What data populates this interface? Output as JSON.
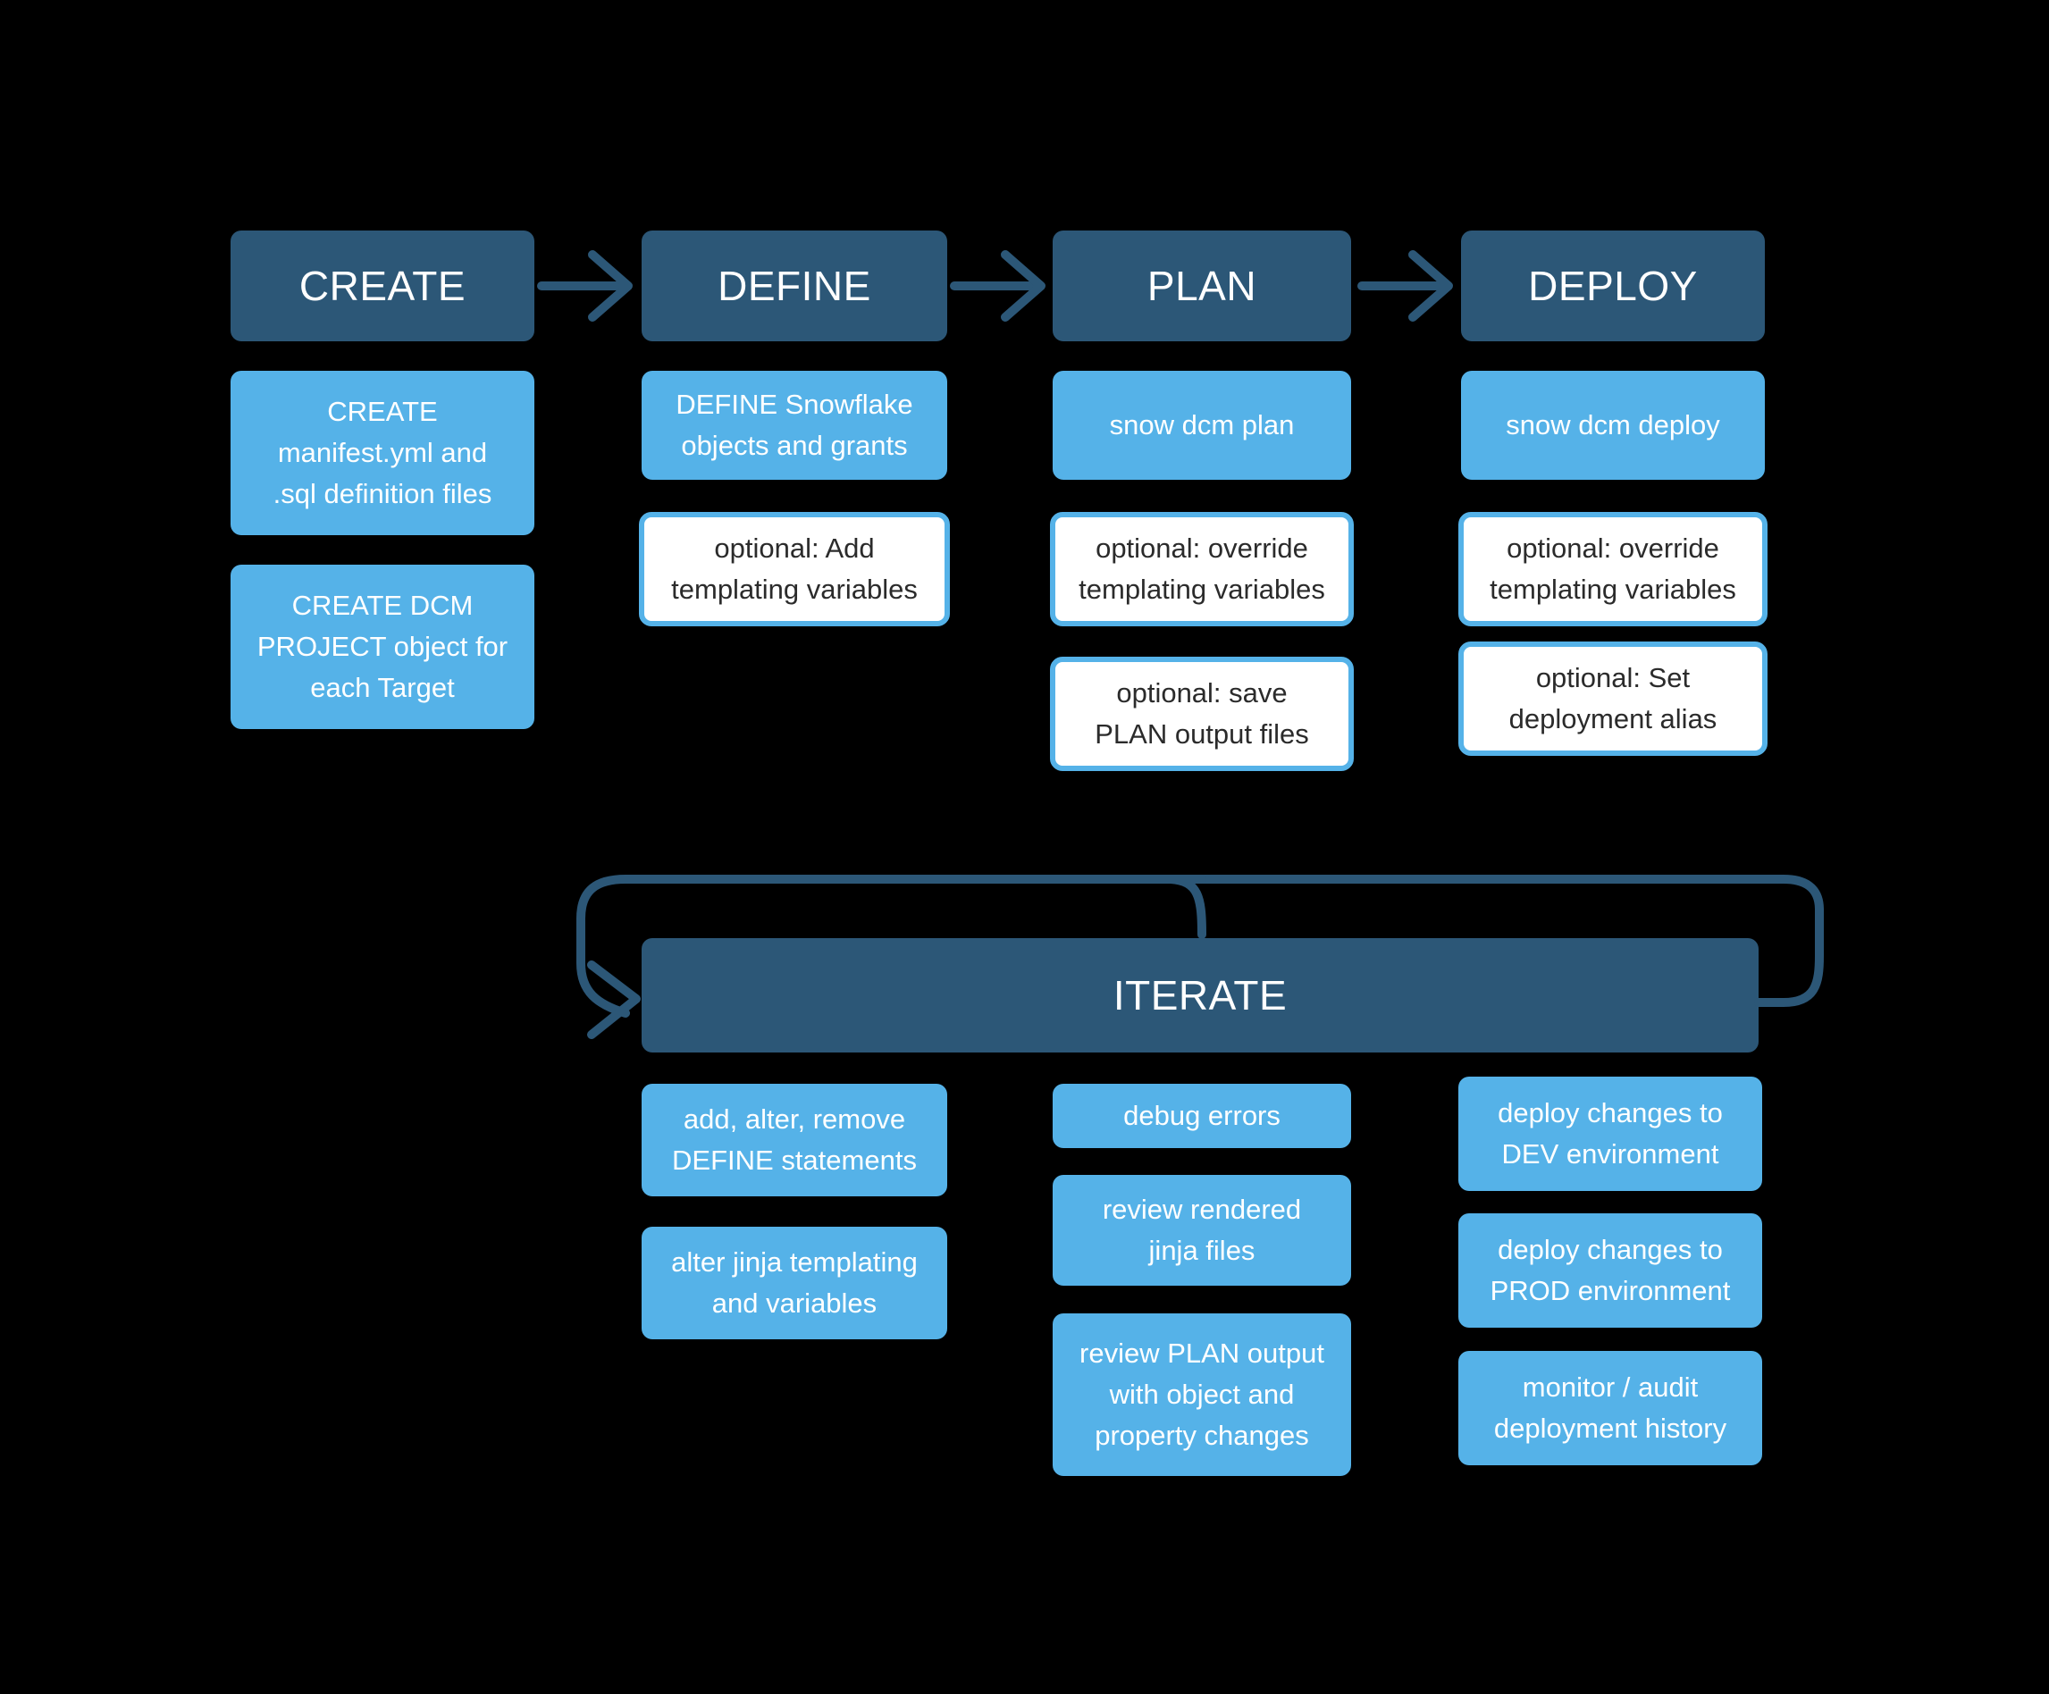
{
  "colors": {
    "background": "#000000",
    "header_box": "#2c5777",
    "light_box": "#55b2e8",
    "optional_box_fill": "#ffffff",
    "optional_box_border": "#55b2e8",
    "optional_text": "#2b2b2b",
    "arrow": "#2c5777",
    "box_text": "#ffffff"
  },
  "diagram": {
    "type": "flowchart",
    "title": "",
    "stages": [
      {
        "id": "create",
        "header": "CREATE",
        "items": [
          {
            "kind": "light",
            "text": "CREATE\nmanifest.yml and\n.sql definition files"
          },
          {
            "kind": "light",
            "text": "CREATE DCM\nPROJECT object for\neach Target"
          }
        ]
      },
      {
        "id": "define",
        "header": "DEFINE",
        "items": [
          {
            "kind": "light",
            "text": "DEFINE Snowflake\nobjects and grants"
          },
          {
            "kind": "optional",
            "text": "optional: Add\ntemplating variables"
          }
        ]
      },
      {
        "id": "plan",
        "header": "PLAN",
        "items": [
          {
            "kind": "light",
            "text": "snow dcm plan"
          },
          {
            "kind": "optional",
            "text": "optional: override\ntemplating variables"
          },
          {
            "kind": "optional",
            "text": "optional: save\nPLAN output files"
          }
        ]
      },
      {
        "id": "deploy",
        "header": "DEPLOY",
        "items": [
          {
            "kind": "light",
            "text": "snow dcm deploy"
          },
          {
            "kind": "optional",
            "text": "optional: override\ntemplating variables"
          },
          {
            "kind": "optional",
            "text": "optional: Set\ndeployment alias"
          }
        ]
      }
    ],
    "connectors": [
      {
        "from": "create",
        "to": "define",
        "style": "arrow-right"
      },
      {
        "from": "define",
        "to": "plan",
        "style": "arrow-right"
      },
      {
        "from": "plan",
        "to": "deploy",
        "style": "arrow-right"
      },
      {
        "from": "iterate",
        "to": "iterate",
        "style": "loop-back"
      }
    ],
    "iterate": {
      "header": "ITERATE",
      "columns": [
        {
          "id": "iterate-col-1",
          "items": [
            "add, alter, remove\nDEFINE statements",
            "alter jinja templating\nand variables"
          ]
        },
        {
          "id": "iterate-col-2",
          "items": [
            "debug errors",
            "review rendered\njinja files",
            "review PLAN output\nwith object and\nproperty changes"
          ]
        },
        {
          "id": "iterate-col-3",
          "items": [
            "deploy changes to\nDEV environment",
            "deploy changes to\nPROD environment",
            "monitor / audit\ndeployment history"
          ]
        }
      ]
    }
  }
}
